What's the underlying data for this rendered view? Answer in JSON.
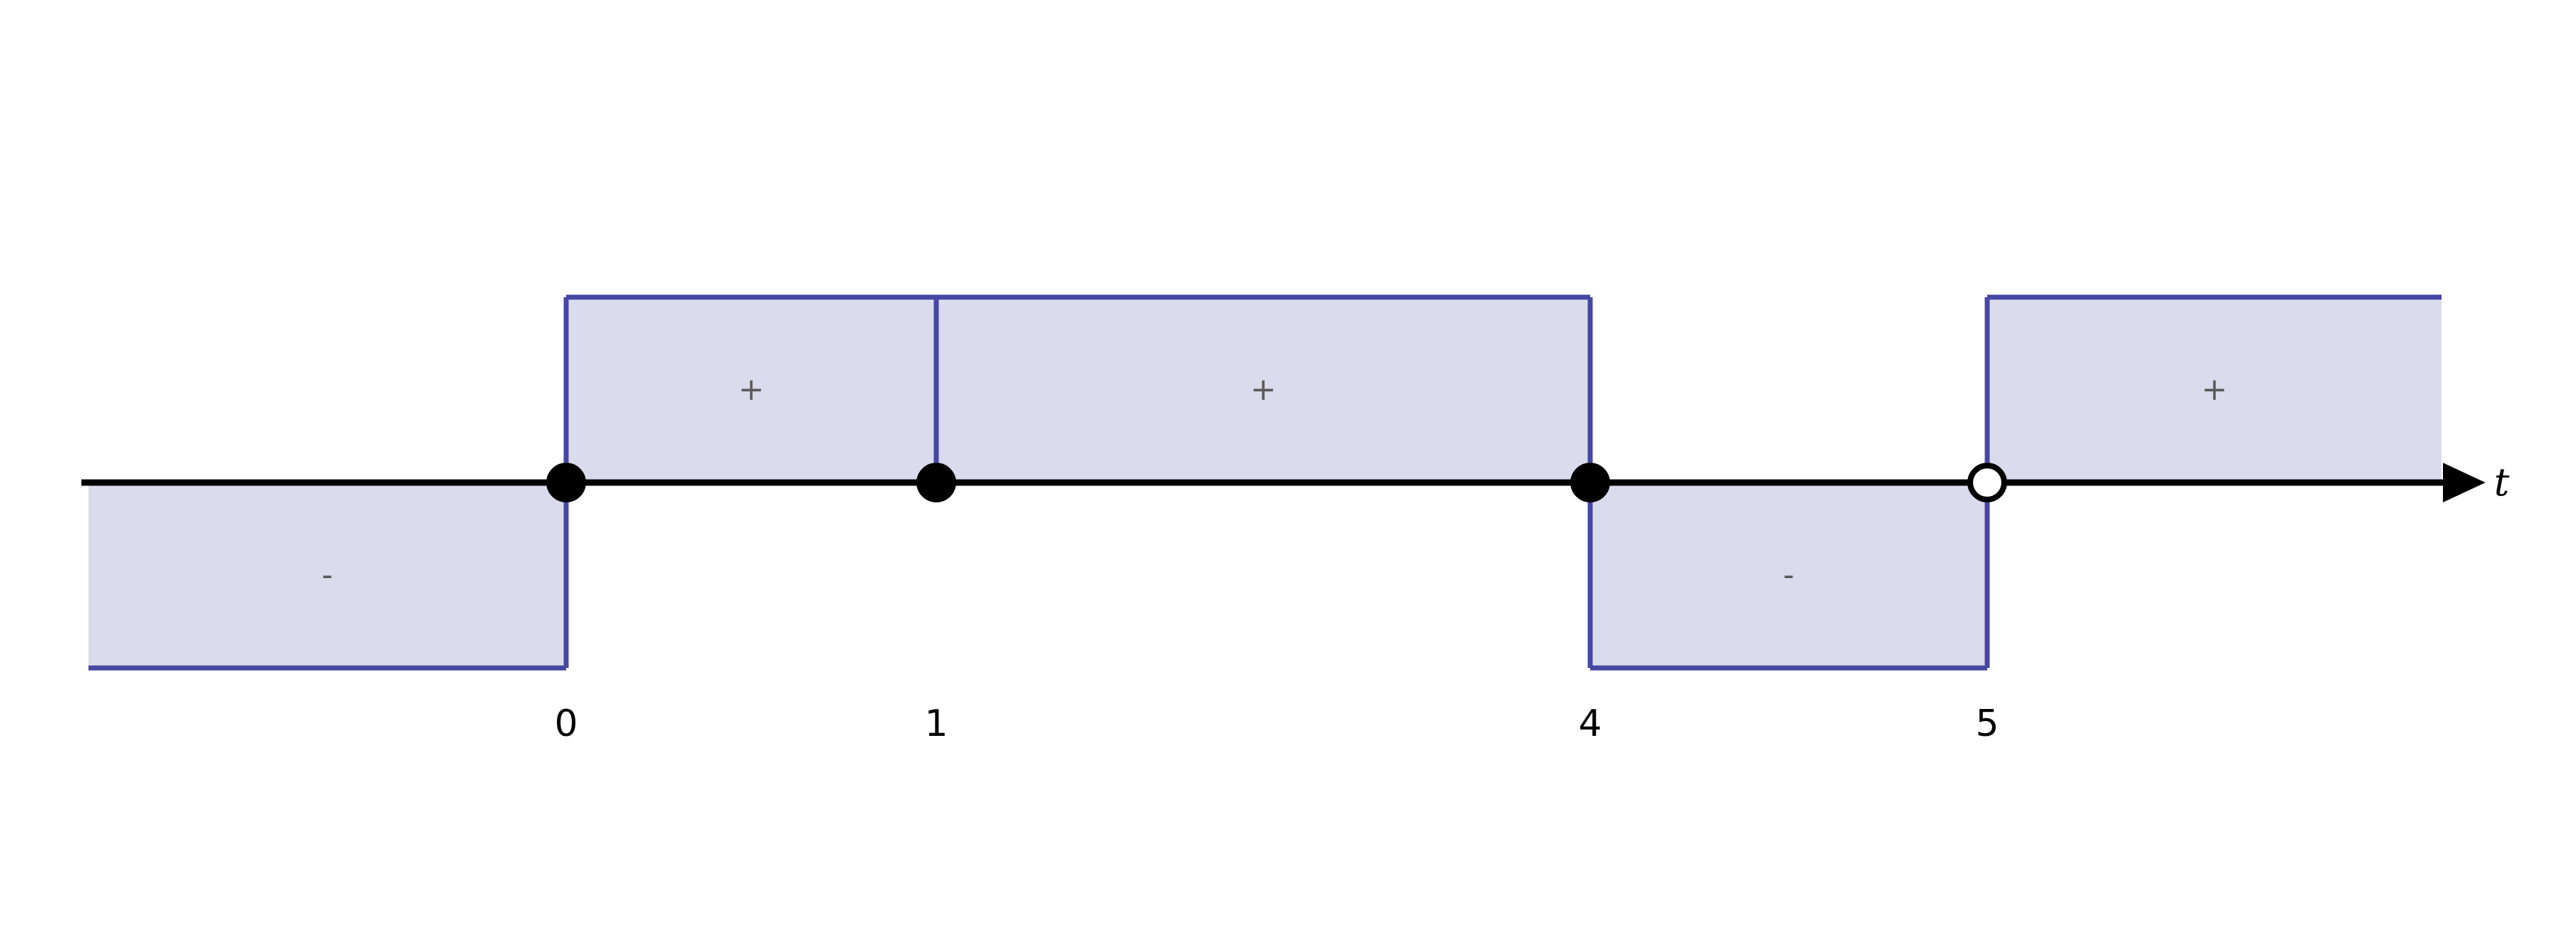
{
  "axis": {
    "variable": "t"
  },
  "critical_points": [
    {
      "value": 0,
      "label": "0",
      "type": "closed"
    },
    {
      "value": 1,
      "label": "1",
      "type": "closed"
    },
    {
      "value": 4,
      "label": "4",
      "type": "closed"
    },
    {
      "value": 5,
      "label": "5",
      "type": "open"
    }
  ],
  "intervals": [
    {
      "from": "-inf",
      "to": 0,
      "sign": "-"
    },
    {
      "from": 0,
      "to": 1,
      "sign": "+"
    },
    {
      "from": 1,
      "to": 4,
      "sign": "+"
    },
    {
      "from": 4,
      "to": 5,
      "sign": "-"
    },
    {
      "from": 5,
      "to": "inf",
      "sign": "+"
    }
  ],
  "colors": {
    "region_fill": "#dadbec",
    "region_stroke": "#4646a5",
    "axis": "#000000",
    "sign_text": "#5a5a5a"
  }
}
